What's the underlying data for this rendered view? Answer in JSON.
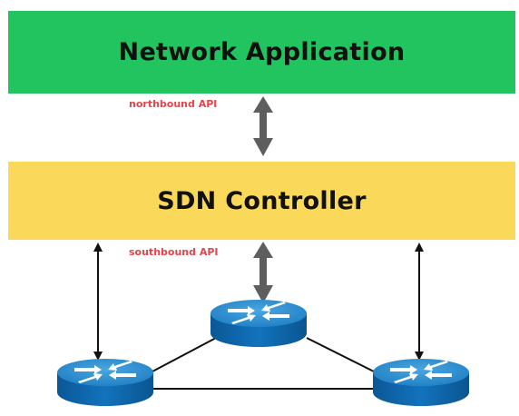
{
  "layers": {
    "application": "Network Application",
    "controller": "SDN Controller"
  },
  "labels": {
    "northbound": "northbound API",
    "southbound": "southbound API"
  },
  "colors": {
    "application_fill": "#22c45f",
    "controller_fill": "#fad85a",
    "api_label": "#e8424a",
    "big_arrow": "#5e5e5e",
    "thin_arrow": "#111111",
    "router_top": "#2e8fd0",
    "router_side": "#0a64aa",
    "link": "#111111"
  },
  "icons": {
    "router": "router-icon"
  }
}
